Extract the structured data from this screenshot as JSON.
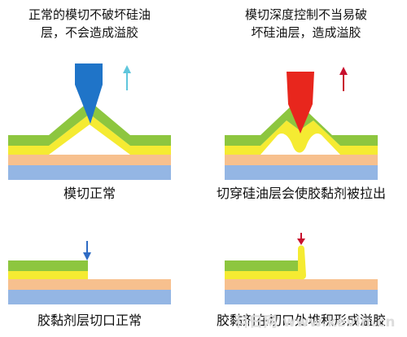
{
  "panels": [
    {
      "title_line1": "正常的模切不破坏硅油",
      "title_line2": "层，不会造成溢胶",
      "caption": "模切正常"
    },
    {
      "title_line1": "模切深度控制不当易破",
      "title_line2": "坏硅油层，造成溢胶",
      "caption": "切穿硅油层会使胶黏剂被拉出"
    },
    {
      "caption": "胶黏剂层切口正常"
    },
    {
      "caption": "胶黏剂在切口处堆积形成溢胶"
    }
  ],
  "watermark": "科日网 www.kevin.cn",
  "colors": {
    "silicone_green": "#8dc63f",
    "adhesive_yellow": "#f5eb32",
    "liner_orange": "#f7c08e",
    "base_blue": "#94b6e4",
    "blade_blue": "#1f74c8",
    "blade_red": "#e8261d",
    "arrow_cyan": "#5fc6dc",
    "arrow_red": "#c8102e",
    "arrow_blue": "#2f6bc4"
  }
}
